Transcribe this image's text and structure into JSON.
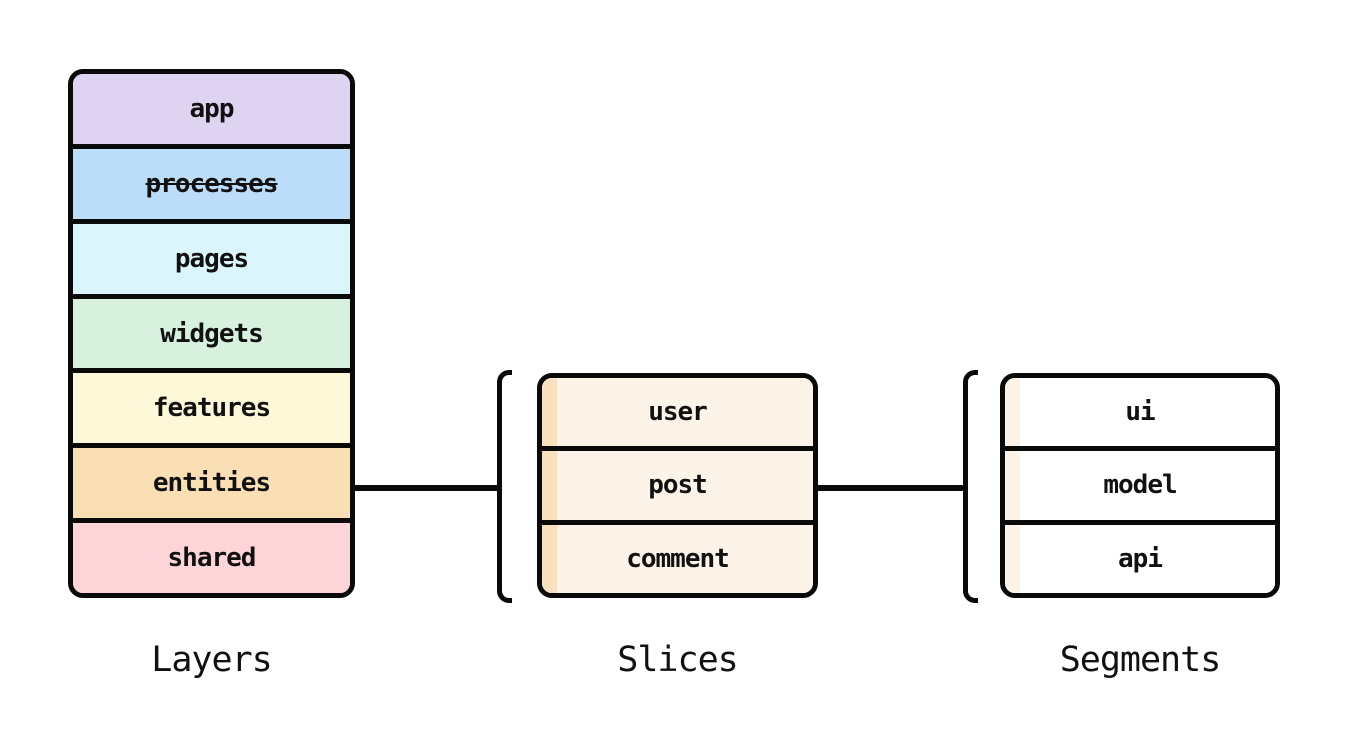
{
  "colors": {
    "border": "#0a0a0a",
    "background": "#ffffff",
    "text": "#111111"
  },
  "groups": {
    "layers": {
      "label": "Layers",
      "items": [
        {
          "label": "app",
          "color": "#ded3f1"
        },
        {
          "label": "processes",
          "color": "#bbddfa",
          "decoration": "line-through"
        },
        {
          "label": "pages",
          "color": "#dbf5fc"
        },
        {
          "label": "widgets",
          "color": "#d7f1de"
        },
        {
          "label": "features",
          "color": "#fdf8d7"
        },
        {
          "label": "entities",
          "color": "#fbdfb4"
        },
        {
          "label": "shared",
          "color": "#fdd4d8"
        }
      ]
    },
    "slices": {
      "label": "Slices",
      "fill": "#fdf4e9",
      "stripe": "#f9e1bd",
      "items": [
        {
          "label": "user"
        },
        {
          "label": "post"
        },
        {
          "label": "comment"
        }
      ]
    },
    "segments": {
      "label": "Segments",
      "fill": "#ffffff",
      "stripe": "#fdf3e8",
      "items": [
        {
          "label": "ui"
        },
        {
          "label": "model"
        },
        {
          "label": "api"
        }
      ]
    }
  }
}
